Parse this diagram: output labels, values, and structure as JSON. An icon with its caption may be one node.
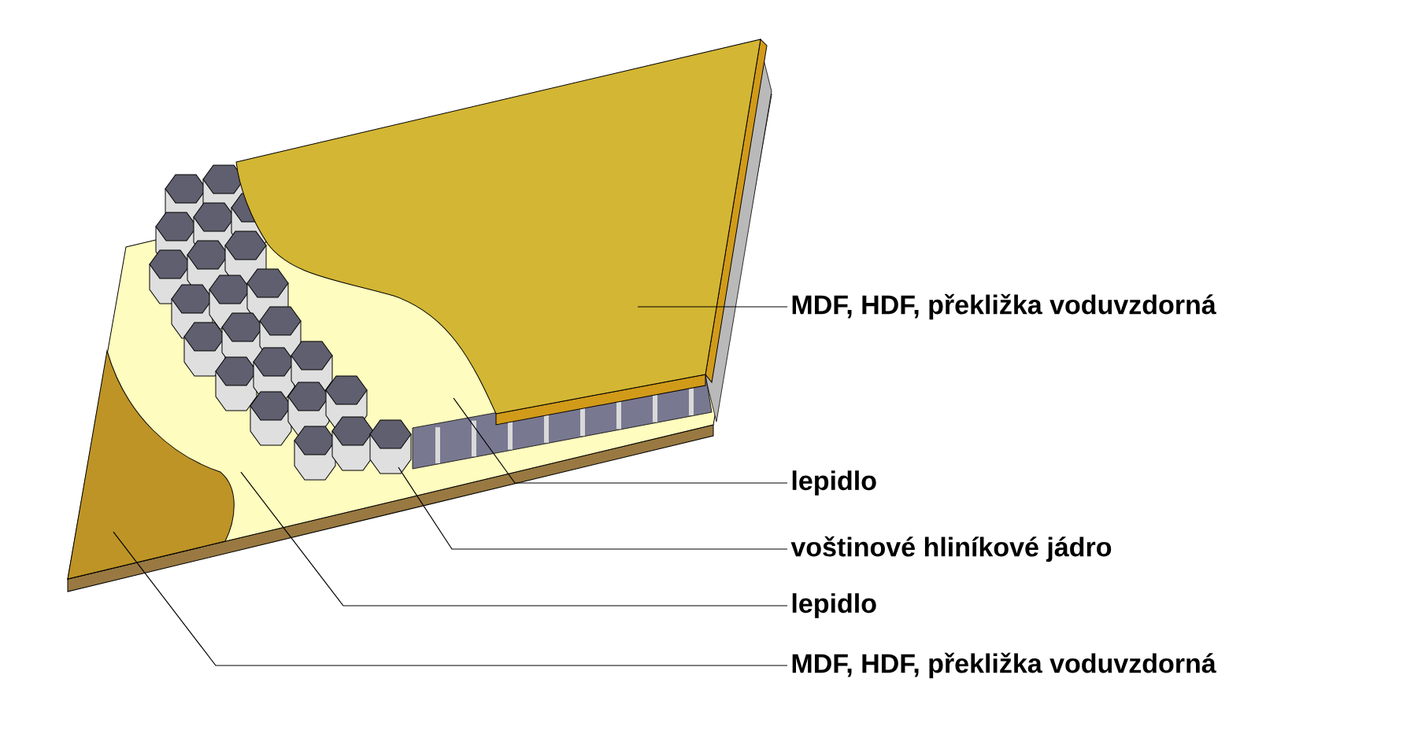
{
  "diagram": {
    "nodes": [
      {
        "text": [
          "MDF, HDF, překližka voduvzdorná"
        ]
      },
      {
        "text": [
          "lepidlo"
        ]
      },
      {
        "text": [
          "voštinové hliníkové jádro"
        ]
      },
      {
        "text": [
          "lepidlo"
        ]
      },
      {
        "text": [
          "MDF, HDF, překližka voduvzdorná"
        ]
      }
    ],
    "edges": [
      {
        "from": 0,
        "to": null,
        "arrow": "none"
      },
      {
        "from": 1,
        "to": null,
        "arrow": "none"
      },
      {
        "from": 2,
        "to": null,
        "arrow": "none"
      },
      {
        "from": 3,
        "to": null,
        "arrow": "none"
      },
      {
        "from": 4,
        "to": null,
        "arrow": "none"
      }
    ]
  }
}
